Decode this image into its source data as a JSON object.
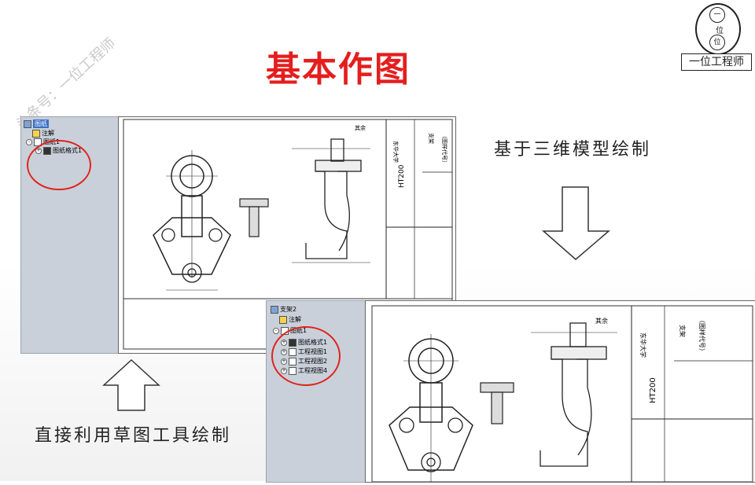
{
  "title": "基本作图",
  "watermark": "头条号：一位工程师",
  "logo": {
    "top_char": "一",
    "mid_char": "位",
    "bottom_char": "位",
    "label": "一位工程师"
  },
  "captions": {
    "from_3d": "基于三维模型绘制",
    "from_sketch": "直接利用草图工具绘制"
  },
  "tree_left": {
    "root": "图纸",
    "items": [
      {
        "label": "注解"
      },
      {
        "label": "图纸1"
      },
      {
        "label": "图纸格式1"
      }
    ]
  },
  "tree_right": {
    "root": "支架2",
    "items": [
      {
        "label": "注解"
      },
      {
        "label": "图纸1"
      },
      {
        "label": "图纸格式1"
      },
      {
        "label": "工程视图1"
      },
      {
        "label": "工程视图2"
      },
      {
        "label": "工程视图4"
      }
    ]
  },
  "title_block": {
    "school": "东华大学",
    "part": "支架",
    "code": "（图样代号）",
    "material": "HT200",
    "roughness_note": "其余"
  },
  "colors": {
    "title_red": "#e41e1e",
    "highlight_red": "#e0231c",
    "tree_bg": "#c9d0da"
  },
  "icons": [
    "tree-root-icon",
    "annotation-icon",
    "sheet-icon",
    "sheet-format-icon",
    "drawing-view-icon",
    "down-arrow-icon",
    "up-arrow-icon"
  ]
}
